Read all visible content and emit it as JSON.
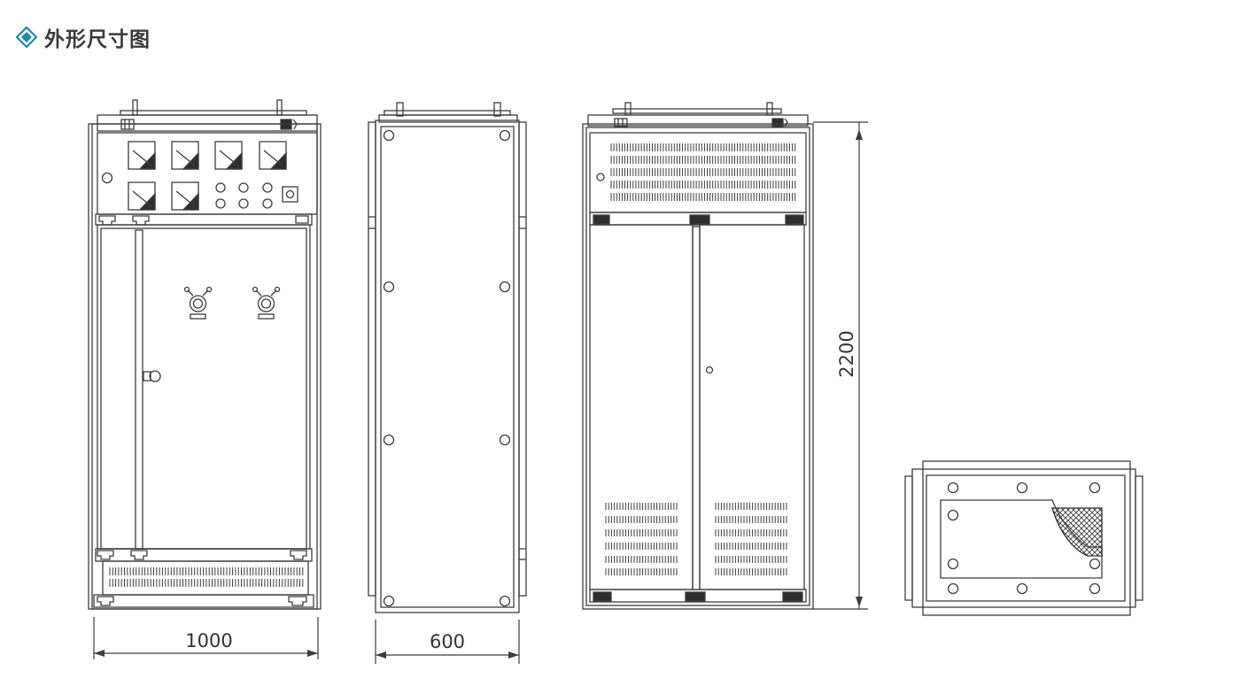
{
  "header": {
    "title": "外形尺寸图",
    "icon": "diamond-bullet-icon",
    "accent_color": "#1a8aa6"
  },
  "dimensions": {
    "front_width": "1000",
    "side_depth": "600",
    "height": "2200"
  },
  "colors": {
    "line": "#3d3d3d",
    "fill_dark": "#2e2e2e"
  }
}
